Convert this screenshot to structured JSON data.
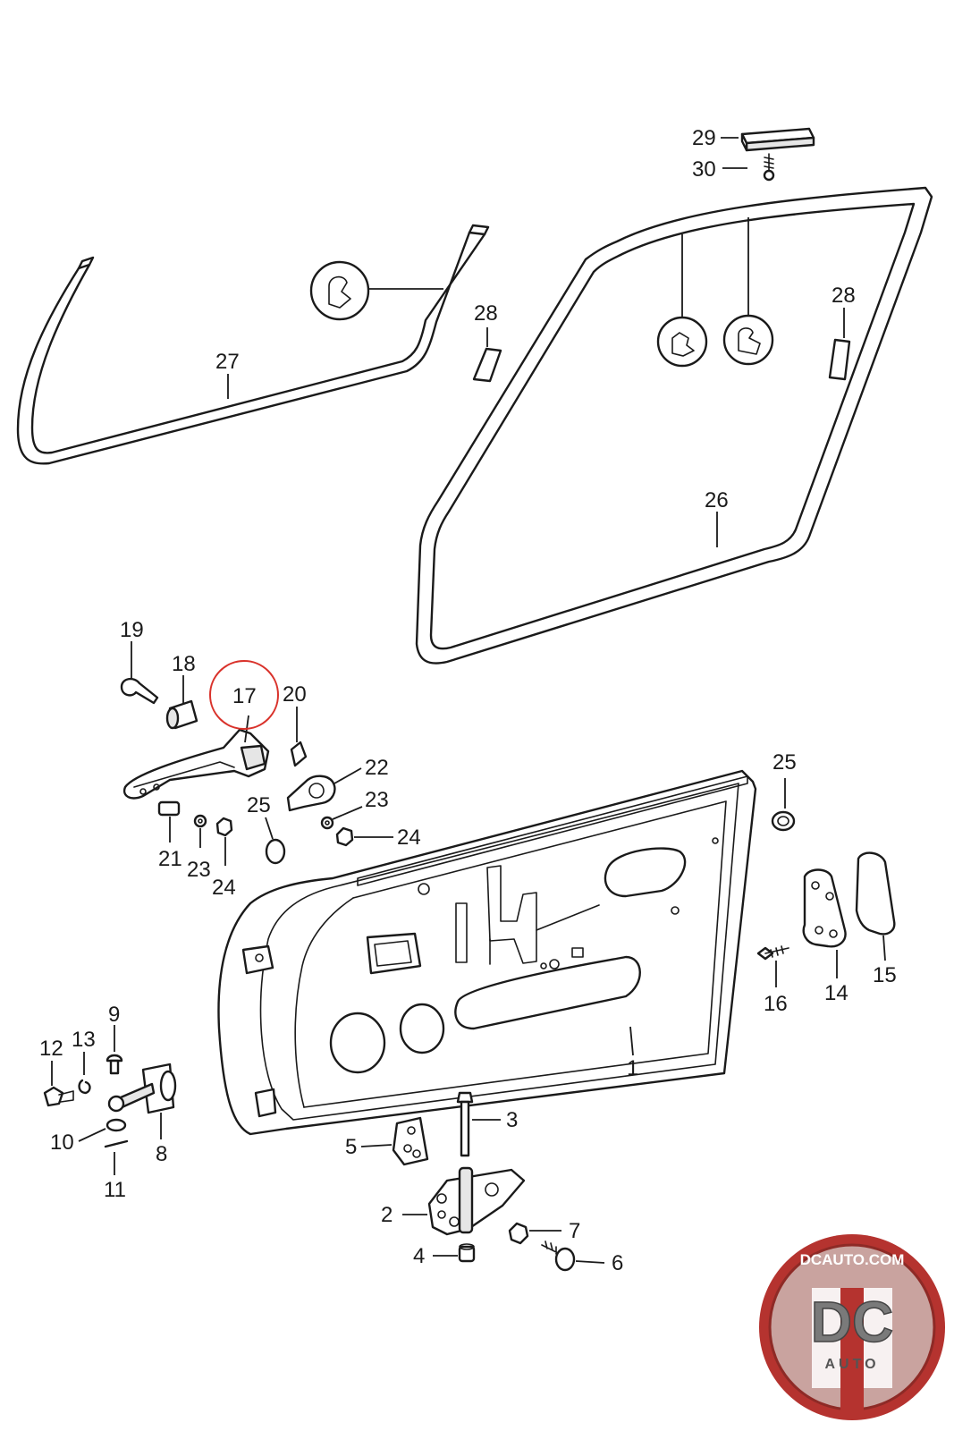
{
  "diagram": {
    "highlighted_part": "17",
    "highlight_color": "#d9322b",
    "callouts": {
      "c1": "1",
      "c2": "2",
      "c3": "3",
      "c4": "4",
      "c5": "5",
      "c6": "6",
      "c7": "7",
      "c8": "8",
      "c9": "9",
      "c10": "10",
      "c11": "11",
      "c12": "12",
      "c13": "13",
      "c14": "14",
      "c15": "15",
      "c16": "16",
      "c17": "17",
      "c18": "18",
      "c19": "19",
      "c20": "20",
      "c21": "21",
      "c22": "22",
      "c23a": "23",
      "c23b": "23",
      "c24a": "24",
      "c24b": "24",
      "c25a": "25",
      "c25b": "25",
      "c26": "26",
      "c27": "27",
      "c28a": "28",
      "c28b": "28",
      "c29": "29",
      "c30": "30"
    }
  },
  "watermark": {
    "top_text": "DCAUTO.COM",
    "big_text": "DC",
    "small_text": "AUTO",
    "ring_color": "#b5332f",
    "logo_color": "#7a7a7a"
  }
}
